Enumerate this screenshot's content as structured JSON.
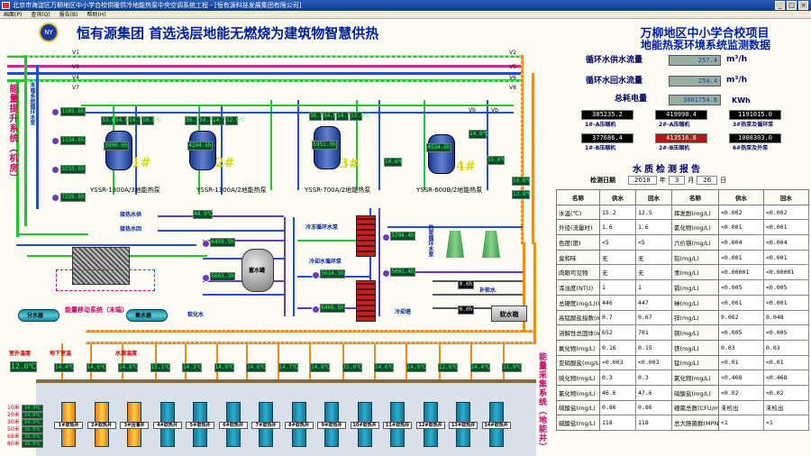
{
  "window": {
    "title": "北京市海淀区万柳地区中小学合校供暖供冷地能热泵中央空调系统工程 - [恒有源科技发展集团有限公司]",
    "btn_min": "_",
    "btn_max": "□",
    "btn_close": "×",
    "icon": "app-icon"
  },
  "menu": [
    "画面(P)",
    "查询(Q)",
    "报告(B)",
    "帮助(H)"
  ],
  "header": {
    "logo_text": "NY",
    "slogan": "恒有源集团   首选浅层地能无燃烧为建筑物智慧供热",
    "project_line1": "万柳地区中小学合校项目",
    "project_line2": "地能热泵环境系统监测数据"
  },
  "left_side": {
    "energy_title": "能量提升系统（机房）",
    "room_temp_label": "室外温度",
    "room_temp": "12.0℃",
    "soil_labels": [
      "10米",
      "20米",
      "30米",
      "50米",
      "68米",
      "80米"
    ],
    "soil_values": [
      "14.9℃",
      "14.9℃",
      "14.9℃",
      "16.5℃",
      "16.5℃",
      "16.5℃"
    ]
  },
  "flows": {
    "supply_label": "循环水供水流量",
    "supply_value": "257.4",
    "supply_unit": "m³/h",
    "return_label": "循环水回水流量",
    "return_value": "254.4",
    "return_unit": "m³/h",
    "power_label": "总耗电量",
    "power_value": "3801754.8",
    "power_unit": "KWh"
  },
  "counters": [
    {
      "value": "385235.2",
      "label": "1#-A压缩机",
      "style": "dk"
    },
    {
      "value": "419998.4",
      "label": "2#-A压缩机",
      "style": "dk"
    },
    {
      "value": "1191015.0",
      "label": "3#热泵及循环泵",
      "style": "dk"
    },
    {
      "value": "377686.4",
      "label": "1#-B压缩机",
      "style": "dk"
    },
    {
      "value": "413516.8",
      "label": "2#-B压缩机",
      "style": "rd"
    },
    {
      "value": "1008303.0",
      "label": "6#热泵及外泵",
      "style": "dk"
    }
  ],
  "report": {
    "title": "水质检测报告",
    "date_label": "检测日期",
    "year": "2018",
    "year_unit": "年",
    "month": "3",
    "month_unit": "月",
    "day": "26",
    "day_unit": "日",
    "headers": [
      "名称",
      "供水",
      "回水",
      "名称",
      "供水",
      "回水"
    ],
    "rows": [
      [
        "水温(℃)",
        "15.2",
        "12.5",
        "挥发酚(mg/L)",
        "<0.002",
        "<0.002"
      ],
      [
        "外径(流量时)",
        "1.6",
        "1.6",
        "氰化物(mg/L)",
        "<0.001",
        "<0.001"
      ],
      [
        "色度(度)",
        "<5",
        "<5",
        "六价铬(mg/L)",
        "<0.004",
        "<0.004"
      ],
      [
        "臭和味",
        "无",
        "无",
        "铅(mg/L)",
        "<0.001",
        "<0.001"
      ],
      [
        "肉眼可见物",
        "无",
        "无",
        "汞(mg/L)",
        "<0.00001",
        "<0.00001"
      ],
      [
        "浑浊度(NTU)",
        "1",
        "1",
        "镉(mg/L)",
        "<0.005",
        "<0.005"
      ],
      [
        "总硬度(mg/L)(CaCO3计)",
        "446",
        "447",
        "砷(mg/L)",
        "<0.001",
        "<0.001"
      ],
      [
        "高锰酸盐指数(mg/L)",
        "0.7",
        "0.67",
        "锌(mg/L)",
        "0.062",
        "0.048"
      ],
      [
        "溶解性总固体(mg/L)",
        "652",
        "701",
        "铜(mg/L)",
        "<0.005",
        "<0.005"
      ],
      [
        "氟化物(mg/L)",
        "0.16",
        "0.15",
        "铁(mg/L)",
        "0.03",
        "0.03"
      ],
      [
        "亚硝酸盐(mg/L)",
        "<0.003",
        "<0.003",
        "锰(mg/L)",
        "<0.01",
        "<0.01"
      ],
      [
        "硫化物(mg/L)",
        "0.3",
        "0.3",
        "氯化物(mg/L)",
        "<0.468",
        "<0.468"
      ],
      [
        "氯化物(mg/L)",
        "46.6",
        "47.6",
        "硝酸盐(mg/L)",
        "<0.02",
        "<0.02"
      ],
      [
        "硫酸盐(mg/L)",
        "0.86",
        "0.86",
        "细菌总数(CFU/mL)",
        "未检出",
        "未检出"
      ],
      [
        "碱酸盐(mg/L)",
        "118",
        "118",
        "总大肠菌群(MPN/100mL)",
        "<1",
        "<1"
      ]
    ]
  },
  "schematic": {
    "units": [
      {
        "name": "1#",
        "label": "YSSR-1300A/3地能热泵",
        "power": "3990.6h"
      },
      {
        "name": "2#",
        "label": "YSSR-1300A/2地能热泵",
        "power": "4104.6h"
      },
      {
        "name": "3#",
        "label": "YSSR-700A/2地能热泵",
        "power": "5951.0h"
      },
      {
        "name": "4#",
        "label": "YSSR-600B/2地能热泵",
        "power": "4534.6h"
      }
    ],
    "unit_temps": [
      [
        "33.6℃",
        "34.6℃",
        "14.7℃",
        "10.8℃"
      ],
      [
        "36.3℃",
        "34.7℃",
        "14.7℃",
        "12.0℃"
      ],
      [
        "36.7℃",
        "34.6℃",
        "14.7℃",
        "13.4℃"
      ],
      [
        "14.6℃",
        "",
        "",
        "15.0℃"
      ]
    ],
    "left_pump_hours": [
      "1101.6h",
      "1134.6h",
      "3233.6h",
      "7226.6h"
    ],
    "left_labels": [
      "末端系统循环水泵"
    ],
    "sys_right_temps": [
      "14.9℃",
      "",
      "14.8℃",
      "13.8℃"
    ],
    "valves_left": [
      "V1",
      "V3",
      "V4",
      "V7"
    ],
    "valves_right": [
      "V2",
      "V5",
      "V6",
      "V8"
    ],
    "vb_labels": [
      "Vb",
      "Vb"
    ],
    "mid": {
      "tank": "蓄水罐",
      "heat_pipe": "接热水供",
      "return_pipe": "接热水回",
      "soft_water": "软化水",
      "cold_pump": "冷冻循环水泵",
      "cooling_pump": "冷却水循环泵",
      "hot_pump": "热泵循环水泵",
      "supply_water": "补软水",
      "tank_box": "软水箱",
      "tower": "冷却塔",
      "hours": [
        "6459.5h",
        "5603.3h",
        "5614.5h",
        "6466.5h",
        "5794.4h",
        "5001.4h"
      ],
      "mid_temps": [
        "44.9℃",
        "",
        ""
      ],
      "water_tank_hours": [
        "0.0h",
        "0.0h"
      ]
    },
    "bottom": {
      "left_box": "能量移动系统（末端）",
      "manifold_left": "分水器",
      "manifold_right": "集水器",
      "room_temp_labels": [
        "地下室温",
        "水源温度"
      ],
      "wells": [
        "1#取热井",
        "2#取热井",
        "3#回灌井",
        "4#取热井",
        "5#取热井",
        "6#取热井",
        "7#取热井",
        "8#取热井",
        "9#取热井",
        "10#取热井",
        "11#取热井",
        "12#取热井",
        "13#取热井",
        "14#取热井"
      ],
      "well_temps": [
        "14.4℃",
        "14.6℃",
        "14.8℃",
        "15.1℃",
        "14.3℃",
        "14.9℃",
        "14.6℃",
        "14.7℃",
        "14.8℃",
        "15.0℃",
        "14.6℃",
        "14.9℃",
        "12.6℃",
        "14.4℃",
        "11.9℃"
      ],
      "right_title": "能量采集系统（地能井）"
    }
  }
}
